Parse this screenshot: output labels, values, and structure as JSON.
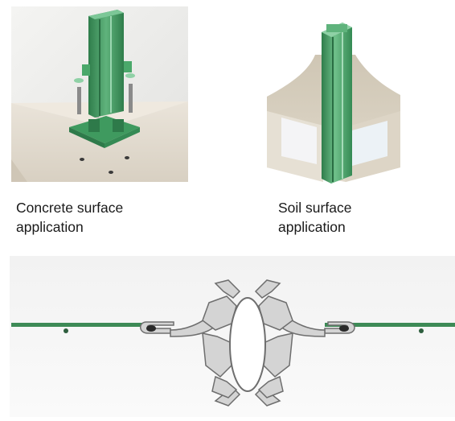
{
  "captions": {
    "concrete": {
      "line1": "Concrete surface",
      "line2": "application"
    },
    "soil": {
      "line1": "Soil surface",
      "line2": "application"
    }
  },
  "illustrations": {
    "concrete": "post-on-concrete-base-render",
    "soil": "post-in-soil-cutaway-render",
    "profile": "post-cross-section-profile"
  },
  "colors": {
    "post_green": "#4aa86a",
    "post_green_dark": "#2e7a4a",
    "profile_fill": "#d4d4d4",
    "profile_stroke": "#6e6e6e",
    "panel_green": "#3d8a56",
    "concrete": "#e6dfd4",
    "soil": "#d9d2c4"
  }
}
